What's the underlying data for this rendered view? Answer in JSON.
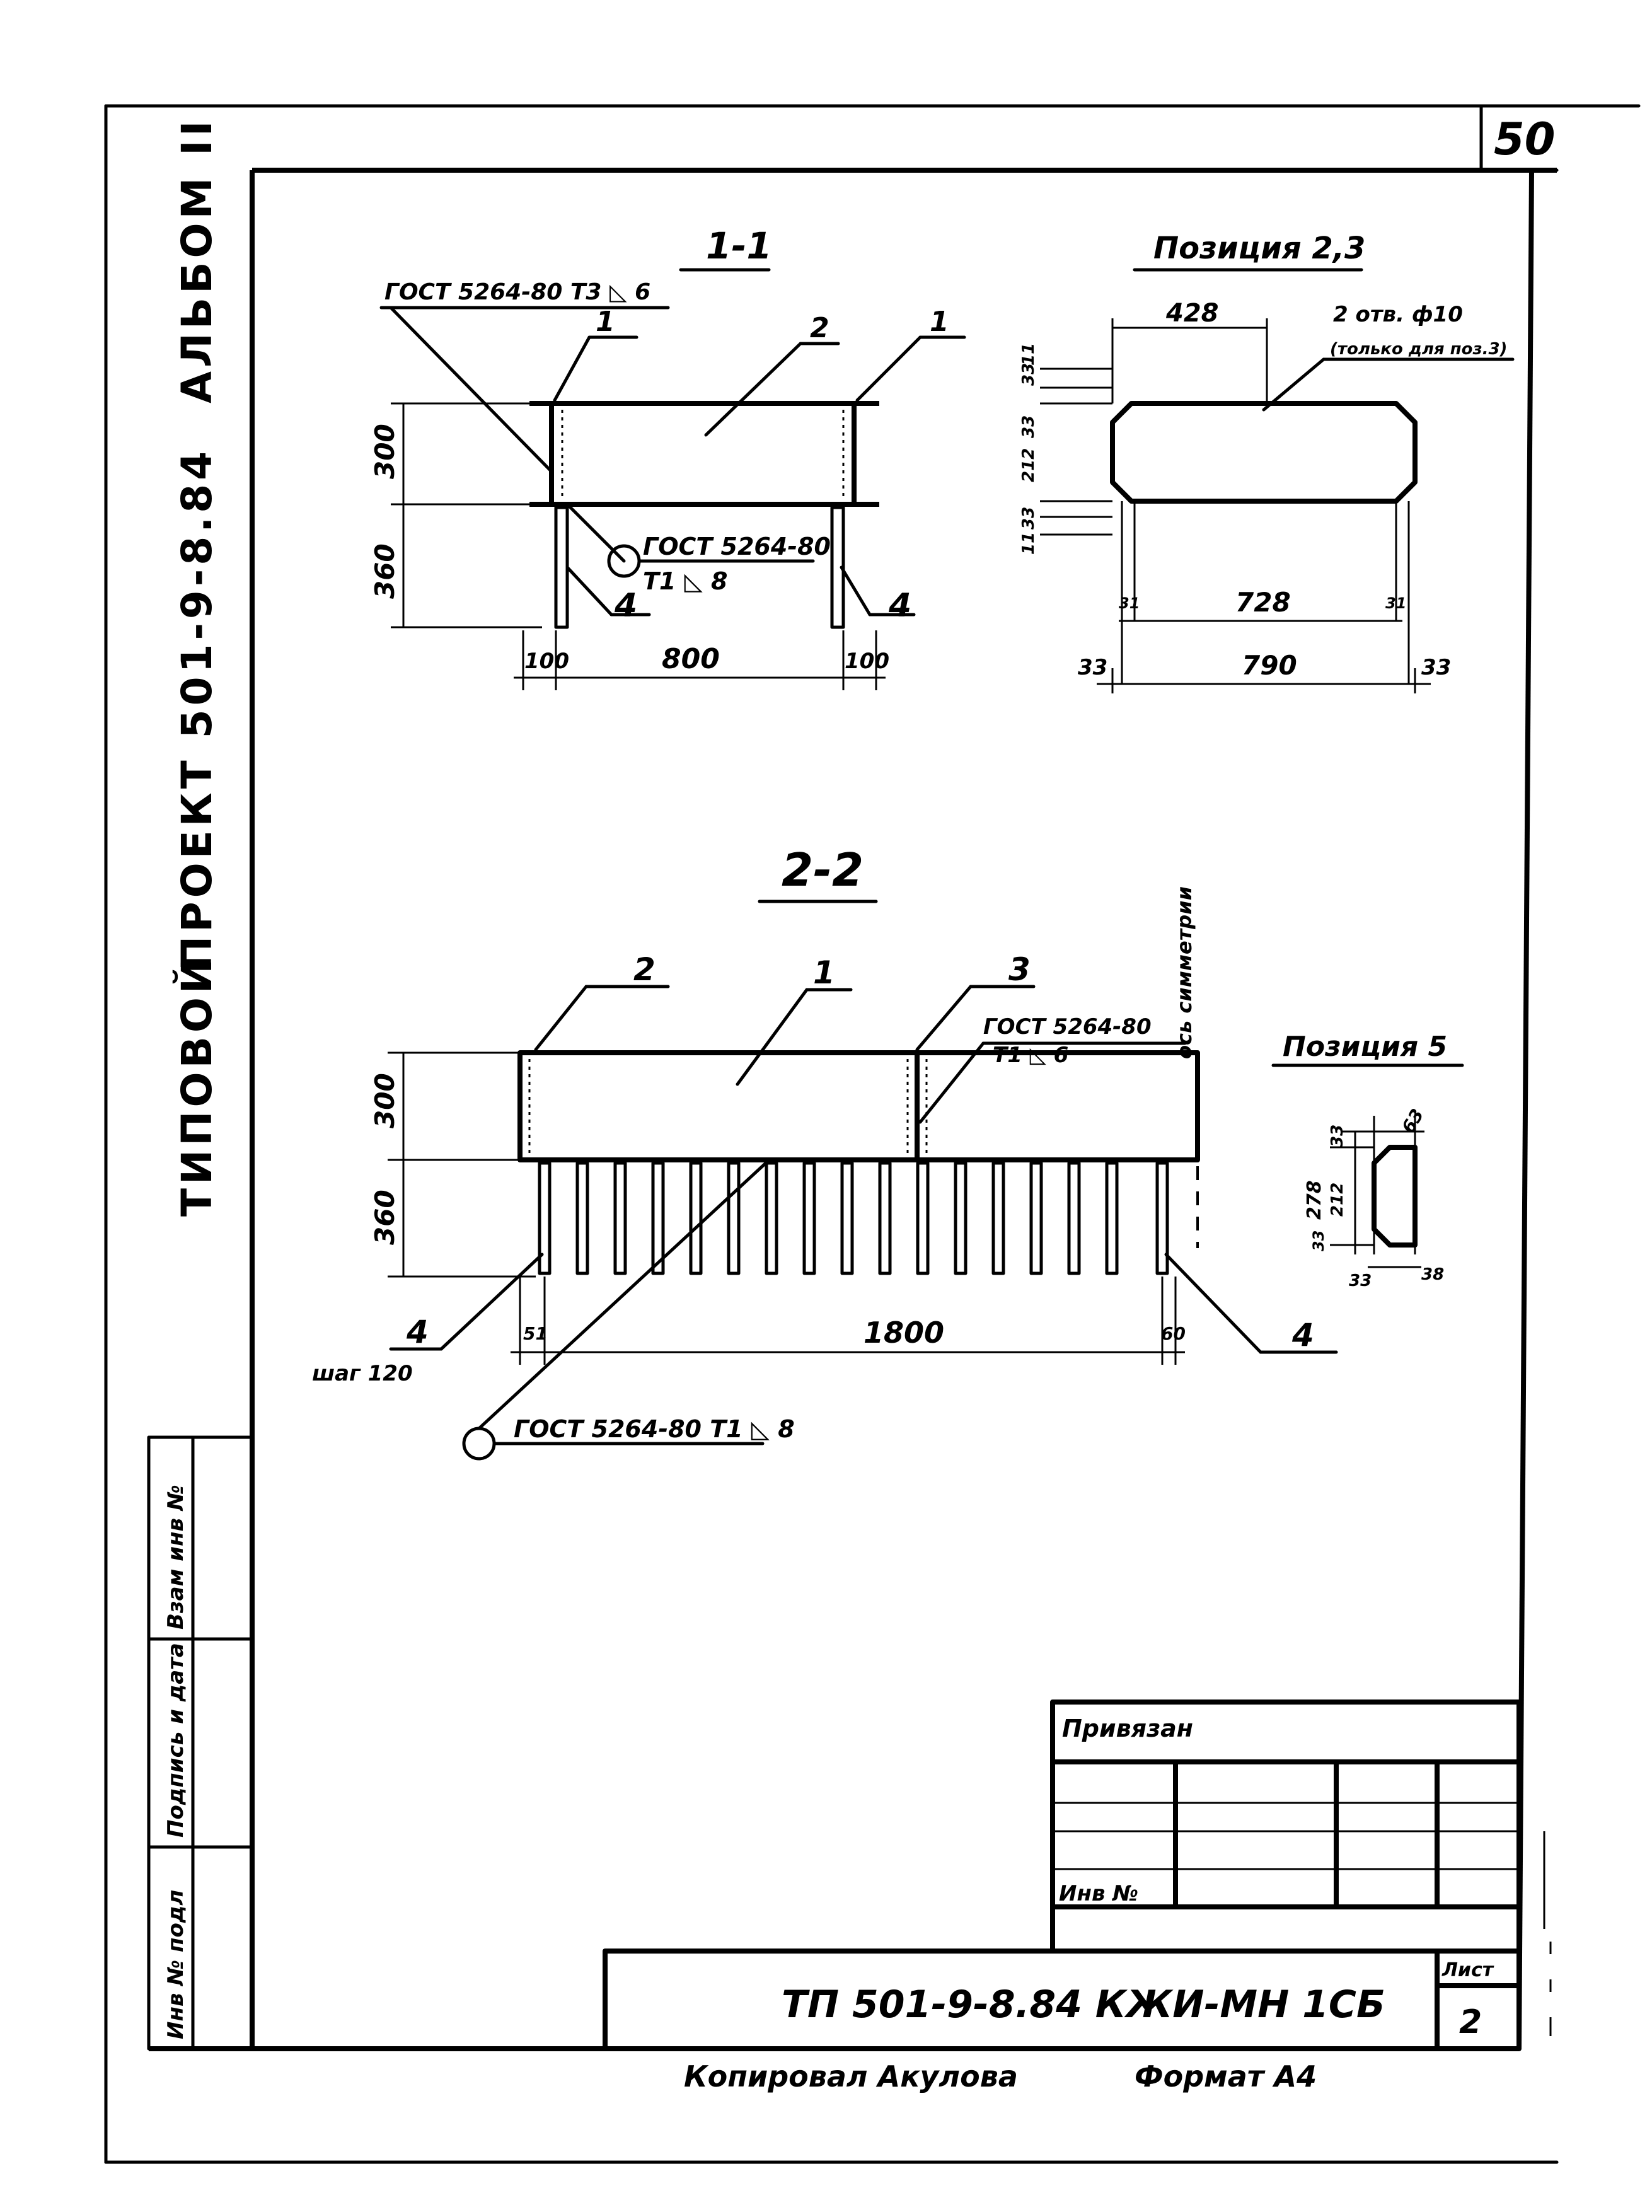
{
  "sheet": {
    "page_number": "50",
    "vertical_title": {
      "part1": "ТИПОВОЙ",
      "part2": "ПРОЕКТ 501-9-8.84",
      "part3": "АЛЬБОМ II"
    },
    "side_stamp": [
      "Инв № подл",
      "Подпись и дата",
      "Взам инв №"
    ]
  },
  "view_1_1": {
    "title": "1-1",
    "weld_top": "ГОСТ 5264-80 Т3 ◺ 6",
    "weld_circle": "ГОСТ 5264-80",
    "weld_circle_2": "Т1 ◺ 8",
    "callouts": [
      "1",
      "2",
      "1",
      "4",
      "4"
    ],
    "dims": {
      "h_beam": "300",
      "h_leg": "360",
      "left": "100",
      "mid": "800",
      "right": "100"
    }
  },
  "view_pos_2_3": {
    "title": "Позиция 2,3",
    "top_dim": "428",
    "note": "2 отв. ф10",
    "note2": "(только для поз.3)",
    "dims_v": [
      "33",
      "11",
      "33",
      "212",
      "11",
      "33"
    ],
    "dims": {
      "inner": "728",
      "outer": "790",
      "side": "33",
      "small": "31"
    }
  },
  "view_2_2": {
    "title": "2-2",
    "axis_label": "ось симметрии",
    "callouts": [
      "2",
      "1",
      "3",
      "4",
      "4"
    ],
    "weld_label": "ГОСТ 5264-80",
    "weld_label_2": "Т1 ◺ 6",
    "weld_bottom": "ГОСТ 5264-80 Т1 ◺ 8",
    "pitch": "шаг 120",
    "dims": {
      "h_beam": "300",
      "h_leg": "360",
      "span": "1800",
      "left": "51",
      "right": "60"
    }
  },
  "view_pos_5": {
    "title": "Позиция 5",
    "dims": [
      "63",
      "33",
      "278",
      "212",
      "33",
      "33",
      "38"
    ]
  },
  "title_block": {
    "linked_label": "Привязан",
    "inv_label": "Инв №",
    "code": "ТП 501-9-8.84   КЖИ-МН 1СБ",
    "sheet_label": "Лист",
    "sheet_number": "2"
  },
  "footer": {
    "copied_by": "Копировал Акулова",
    "format": "Формат А4"
  }
}
